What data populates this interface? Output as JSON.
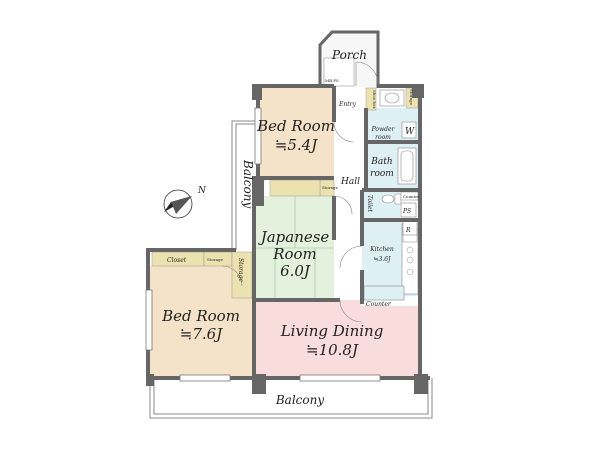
{
  "rooms": {
    "porch": "Porch",
    "entry": "Entry",
    "shoe_box": "Shoe box",
    "storage_top": "Storage",
    "mb_ps": "MB PS",
    "bed_room_1": {
      "name": "Bed Room",
      "size": "≒5.4J"
    },
    "powder_room": {
      "line1": "Powder",
      "line2": "room"
    },
    "w_mark": "W",
    "bath_room": {
      "line1": "Bath",
      "line2": "room"
    },
    "balcony_side": "Balcony",
    "hall": "Hall",
    "storage_small": "Storage",
    "toilet": "Toilet",
    "counter_small": "Counter",
    "ps_mark": "PS",
    "japanese_room": {
      "line1": "Japanese",
      "line2": "Room",
      "size": "6.0J"
    },
    "r_mark": "R",
    "kitchen": {
      "name": "Kitchen",
      "size": "≒3.6J"
    },
    "closet": "Closet",
    "storage_closet": "Storage",
    "storage_vertical": "Storage",
    "bed_room_2": {
      "name": "Bed Room",
      "size": "≒7.6J"
    },
    "counter": "Counter",
    "living_dining": {
      "name": "Living Dining",
      "size": "≒10.8J"
    },
    "balcony_bottom": "Balcony"
  },
  "compass": {
    "label": "N"
  },
  "colors": {
    "wall": "#666666",
    "bedroom": "#f5e3c9",
    "japanese": "#e3f1dd",
    "wet": "#dff0f4",
    "living": "#f9dcdc",
    "storage": "#ece2b0",
    "hall": "#ffffff"
  }
}
